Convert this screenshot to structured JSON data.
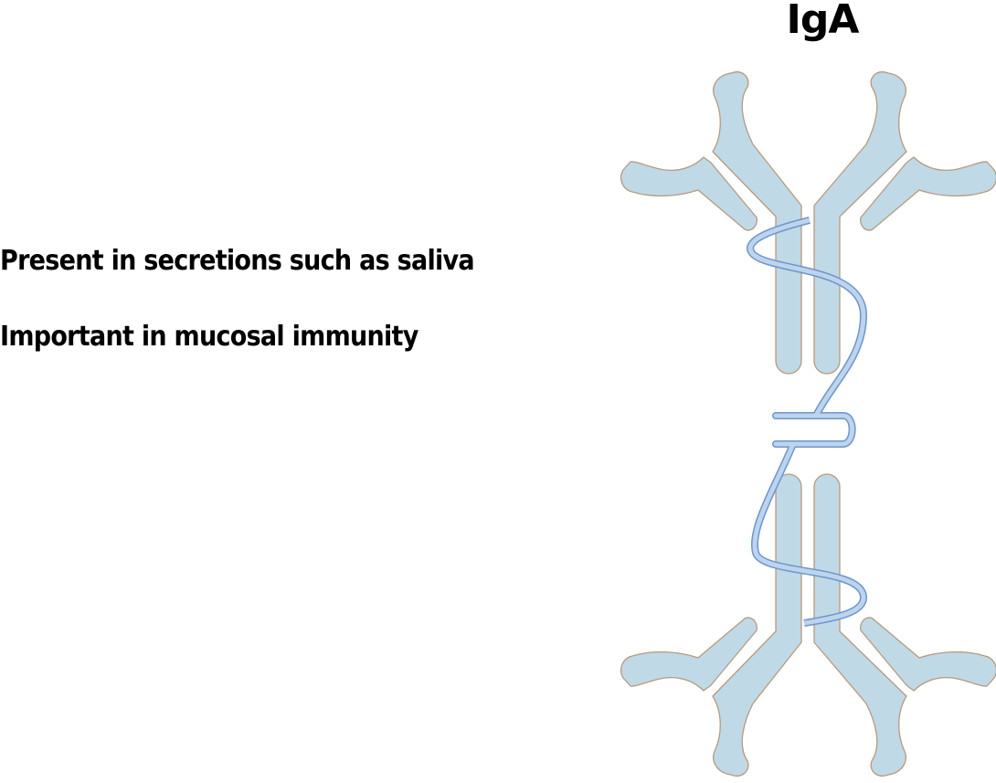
{
  "title": "IgA",
  "facts": [
    "Present in secretions such as saliva",
    "Important in mucosal immunity"
  ],
  "colors": {
    "chain_fill": "#c0d9e6",
    "chain_stroke": "#b69a7e",
    "j_chain_fill": "#bcd4ee",
    "j_chain_stroke": "#6f95c8",
    "text": "#000000"
  }
}
